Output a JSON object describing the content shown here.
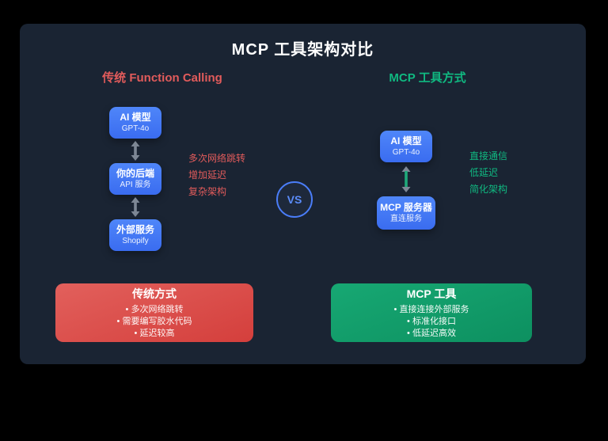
{
  "title": "MCP 工具架构对比",
  "vs_label": "VS",
  "left": {
    "header": "传统 Function Calling",
    "nodes": [
      {
        "title": "AI 模型",
        "subtitle": "GPT-4o"
      },
      {
        "title": "你的后端",
        "subtitle": "API 服务"
      },
      {
        "title": "外部服务",
        "subtitle": "Shopify"
      }
    ],
    "annotations": [
      "多次网络跳转",
      "增加延迟",
      "复杂架构"
    ],
    "summary": {
      "title": "传统方式",
      "bullets": [
        "• 多次网络跳转",
        "• 需要编写胶水代码",
        "• 延迟较高"
      ]
    }
  },
  "right": {
    "header": "MCP 工具方式",
    "nodes": [
      {
        "title": "AI 模型",
        "subtitle": "GPT-4o"
      },
      {
        "title": "MCP 服务器",
        "subtitle": "直连服务"
      }
    ],
    "annotations": [
      "直接通信",
      "低延迟",
      "简化架构"
    ],
    "summary": {
      "title": "MCP 工具",
      "bullets": [
        "• 直接连接外部服务",
        "• 标准化接口",
        "• 低延迟高效"
      ]
    }
  },
  "colors": {
    "accent_red": "#e15b5b",
    "accent_green": "#10b981",
    "node_blue": "#4a7df8",
    "card_red": "#d94a45",
    "card_green": "#119d68",
    "panel_bg": "#1a2433"
  }
}
